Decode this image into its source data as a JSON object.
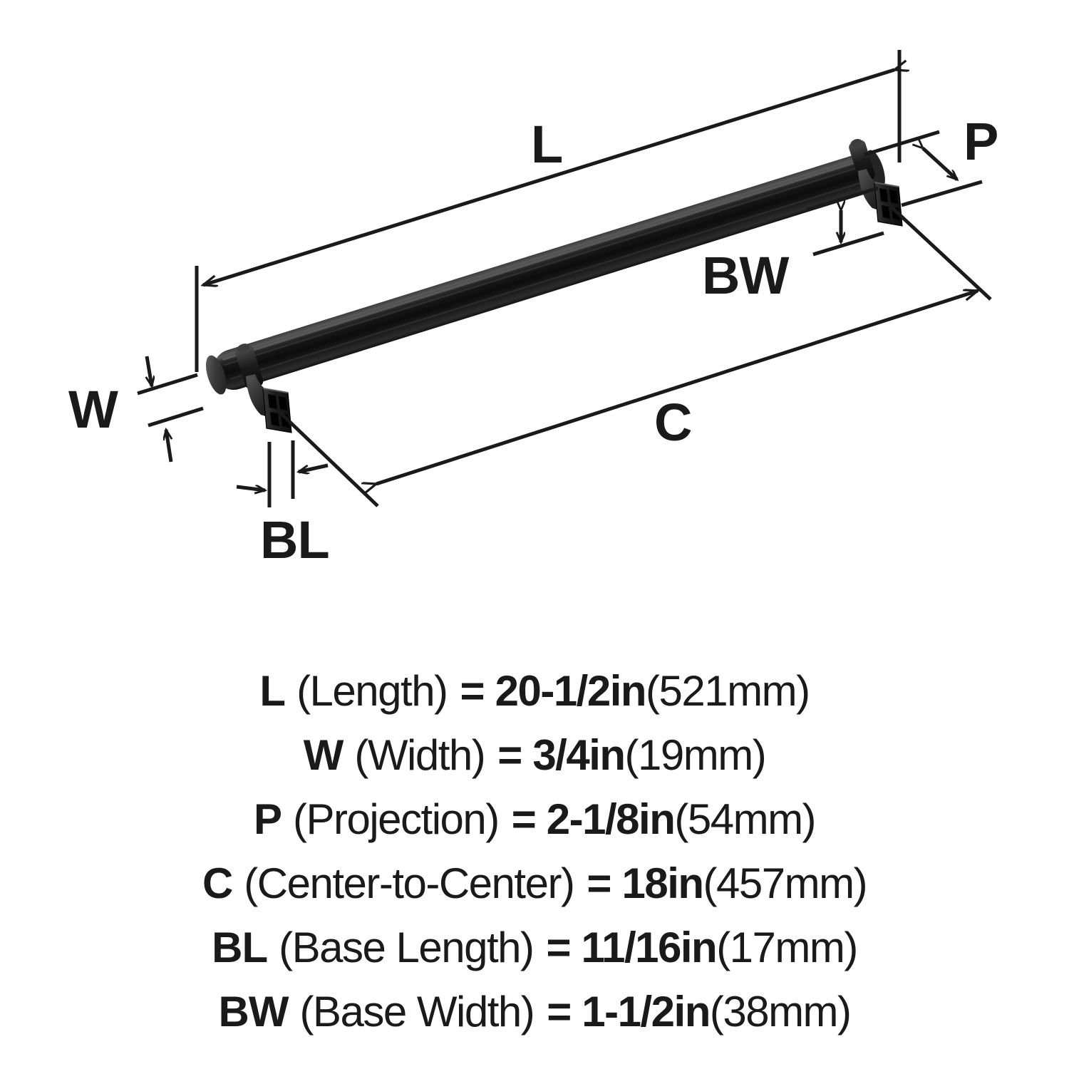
{
  "product": {
    "type": "appliance-pull-handle",
    "finish_color": "#1b1b1b",
    "view": "three-quarter-isometric"
  },
  "diagram": {
    "labels": {
      "length": "L",
      "width": "W",
      "projection": "P",
      "center_to_center": "C",
      "base_length": "BL",
      "base_width": "BW"
    }
  },
  "legend": {
    "rows": [
      {
        "abbr": "L",
        "name": "(Length)",
        "equals": "=",
        "value": "20-1/2in",
        "metric": "(521mm)"
      },
      {
        "abbr": "W",
        "name": "(Width)",
        "equals": "=",
        "value": "3/4in",
        "metric": "(19mm)"
      },
      {
        "abbr": "P",
        "name": "(Projection)",
        "equals": "=",
        "value": "2-1/8in",
        "metric": "(54mm)"
      },
      {
        "abbr": "C",
        "name": "(Center-to-Center)",
        "equals": "=",
        "value": "18in",
        "metric": "(457mm)"
      },
      {
        "abbr": "BL",
        "name": "(Base Length)",
        "equals": "=",
        "value": "11/16in",
        "metric": "(17mm)"
      },
      {
        "abbr": "BW",
        "name": "(Base Width)",
        "equals": "=",
        "value": "1-1/2in",
        "metric": "(38mm)"
      }
    ]
  },
  "colors": {
    "ink": "#1a1a1a",
    "background": "#ffffff",
    "handle_dark": "#121212",
    "handle_mid": "#2e2e2e",
    "handle_light": "#4a4a4a",
    "handle_highlight": "#6e6e6e"
  }
}
